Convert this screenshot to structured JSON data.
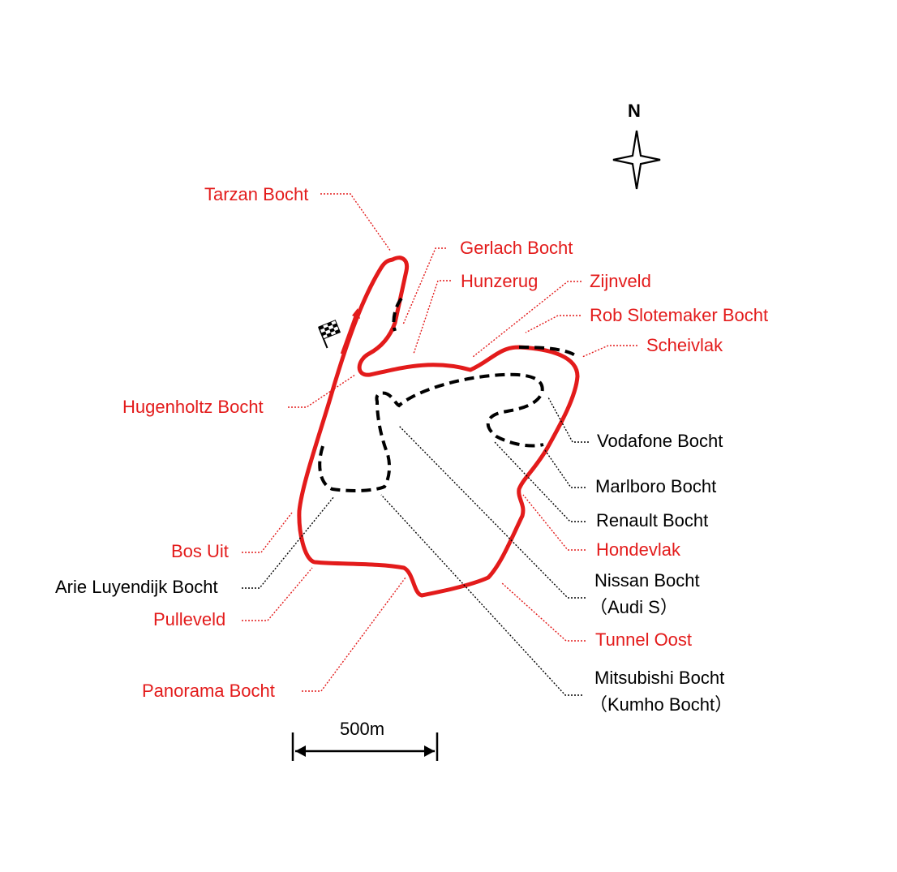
{
  "compass": {
    "north_label": "N"
  },
  "scale": {
    "label": "500m"
  },
  "colors": {
    "track": "#e31b1b",
    "corner_main": "#e31b1b",
    "corner_other": "#000000"
  },
  "corners": {
    "tarzan": "Tarzan Bocht",
    "gerlach": "Gerlach Bocht",
    "hunzerug": "Hunzerug",
    "zijnveld": "Zijnveld",
    "rob_slotemaker": "Rob Slotemaker Bocht",
    "scheivlak": "Scheivlak",
    "hugenholtz": "Hugenholtz Bocht",
    "vodafone": "Vodafone Bocht",
    "marlboro": "Marlboro Bocht",
    "renault": "Renault Bocht",
    "hondevlak": "Hondevlak",
    "bos_uit": "Bos Uit",
    "arie_luyendijk": "Arie Luyendijk Bocht",
    "nissan": "Nissan Bocht",
    "nissan_alt": "（Audi S）",
    "pulleveld": "Pulleveld",
    "tunnel_oost": "Tunnel Oost",
    "panorama": "Panorama Bocht",
    "mitsubishi": "Mitsubishi Bocht",
    "mitsubishi_alt": "（Kumho Bocht）"
  }
}
